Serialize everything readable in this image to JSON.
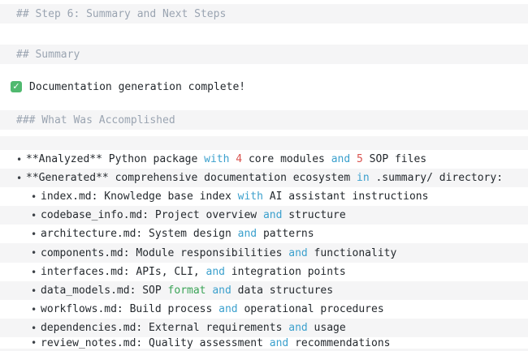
{
  "app": {
    "description": "Rendered markdown output with zebra-striped lines and syntax-highlighted keywords"
  },
  "colors": {
    "background": "#ffffff",
    "stripe": "#f5f5f6",
    "header": "#9aa4b1",
    "text": "#24292e",
    "keyword": "#3ba0cd",
    "number": "#d9534f",
    "string": "#3aa356",
    "check_bg": "#50b96f",
    "bullet": "#3c4147"
  },
  "icons": {
    "check_glyph": "✓",
    "bullet_glyph": "•"
  },
  "lines": [
    {
      "kind": "blank",
      "name": "top-margin",
      "shade": false,
      "indent": 0,
      "h": 5
    },
    {
      "kind": "heading",
      "name": "heading-step-6",
      "shade": true,
      "indent": 0,
      "h": 24,
      "tokens": [
        {
          "t": "## Step 6: Summary and Next Steps",
          "c": "header"
        }
      ]
    },
    {
      "kind": "blank",
      "name": "spacer",
      "shade": false,
      "indent": 0,
      "h": 26
    },
    {
      "kind": "heading",
      "name": "heading-summary",
      "shade": true,
      "indent": 0,
      "h": 24,
      "tokens": [
        {
          "t": "## Summary",
          "c": "header"
        }
      ]
    },
    {
      "kind": "blank",
      "name": "spacer",
      "shade": false,
      "indent": 0,
      "h": 16
    },
    {
      "kind": "status",
      "name": "status-line-complete",
      "shade": false,
      "indent": 0,
      "h": 24,
      "tokens": [
        {
          "t": "Documentation generation complete!",
          "c": "text"
        }
      ]
    },
    {
      "kind": "blank",
      "name": "spacer",
      "shade": false,
      "indent": 0,
      "h": 17
    },
    {
      "kind": "heading",
      "name": "heading-what-was-accomplished",
      "shade": true,
      "indent": 0,
      "h": 24,
      "tokens": [
        {
          "t": "### What Was Accomplished",
          "c": "header"
        }
      ]
    },
    {
      "kind": "blank",
      "name": "spacer",
      "shade": false,
      "indent": 0,
      "h": 8
    },
    {
      "kind": "blank",
      "name": "spacer-stripe",
      "shade": true,
      "indent": 0,
      "h": 17
    },
    {
      "kind": "item",
      "name": "list-item-analyzed",
      "shade": false,
      "indent": 1,
      "h": 23,
      "tokens": [
        {
          "t": "**Analyzed** Python package ",
          "c": "text"
        },
        {
          "t": "with",
          "c": "keyword"
        },
        {
          "t": " ",
          "c": "text"
        },
        {
          "t": "4",
          "c": "number"
        },
        {
          "t": " core modules ",
          "c": "text"
        },
        {
          "t": "and",
          "c": "keyword"
        },
        {
          "t": " ",
          "c": "text"
        },
        {
          "t": "5",
          "c": "number"
        },
        {
          "t": " SOP files",
          "c": "text"
        }
      ]
    },
    {
      "kind": "item",
      "name": "list-item-generated",
      "shade": true,
      "indent": 1,
      "h": 23,
      "tokens": [
        {
          "t": "**Generated** comprehensive documentation ecosystem ",
          "c": "text"
        },
        {
          "t": "in",
          "c": "keyword"
        },
        {
          "t": " .summary/ directory:",
          "c": "text"
        }
      ]
    },
    {
      "kind": "item",
      "name": "list-item-index-md",
      "shade": false,
      "indent": 2,
      "h": 23,
      "tokens": [
        {
          "t": "index.md: Knowledge base index ",
          "c": "text"
        },
        {
          "t": "with",
          "c": "keyword"
        },
        {
          "t": " AI assistant instructions",
          "c": "text"
        }
      ]
    },
    {
      "kind": "item",
      "name": "list-item-codebase-info-md",
      "shade": true,
      "indent": 2,
      "h": 23,
      "tokens": [
        {
          "t": "codebase_info.md: Project overview ",
          "c": "text"
        },
        {
          "t": "and",
          "c": "keyword"
        },
        {
          "t": " structure",
          "c": "text"
        }
      ]
    },
    {
      "kind": "item",
      "name": "list-item-architecture-md",
      "shade": false,
      "indent": 2,
      "h": 23,
      "tokens": [
        {
          "t": "architecture.md: System design ",
          "c": "text"
        },
        {
          "t": "and",
          "c": "keyword"
        },
        {
          "t": " patterns",
          "c": "text"
        }
      ]
    },
    {
      "kind": "item",
      "name": "list-item-components-md",
      "shade": true,
      "indent": 2,
      "h": 24,
      "tokens": [
        {
          "t": "components.md: Module responsibilities ",
          "c": "text"
        },
        {
          "t": "and",
          "c": "keyword"
        },
        {
          "t": " functionality",
          "c": "text"
        }
      ]
    },
    {
      "kind": "item",
      "name": "list-item-interfaces-md",
      "shade": false,
      "indent": 2,
      "h": 23,
      "tokens": [
        {
          "t": "interfaces.md: APIs, CLI, ",
          "c": "text"
        },
        {
          "t": "and",
          "c": "keyword"
        },
        {
          "t": " integration points",
          "c": "text"
        }
      ]
    },
    {
      "kind": "item",
      "name": "list-item-data-models-md",
      "shade": true,
      "indent": 2,
      "h": 23,
      "tokens": [
        {
          "t": "data_models.md: SOP ",
          "c": "text"
        },
        {
          "t": "format",
          "c": "string"
        },
        {
          "t": " ",
          "c": "text"
        },
        {
          "t": "and",
          "c": "keyword"
        },
        {
          "t": " data structures",
          "c": "text"
        }
      ]
    },
    {
      "kind": "item",
      "name": "list-item-workflows-md",
      "shade": false,
      "indent": 2,
      "h": 23,
      "tokens": [
        {
          "t": "workflows.md: Build process ",
          "c": "text"
        },
        {
          "t": "and",
          "c": "keyword"
        },
        {
          "t": " operational procedures",
          "c": "text"
        }
      ]
    },
    {
      "kind": "item",
      "name": "list-item-dependencies-md",
      "shade": true,
      "indent": 2,
      "h": 23,
      "tokens": [
        {
          "t": "dependencies.md: External requirements ",
          "c": "text"
        },
        {
          "t": "and",
          "c": "keyword"
        },
        {
          "t": " usage",
          "c": "text"
        }
      ]
    },
    {
      "kind": "item",
      "name": "list-item-review-notes-md",
      "shade": false,
      "indent": 2,
      "h": 14,
      "tokens": [
        {
          "t": "review_notes.md: Quality assessment ",
          "c": "text"
        },
        {
          "t": "and",
          "c": "keyword"
        },
        {
          "t": " recommendations",
          "c": "text"
        }
      ]
    },
    {
      "kind": "blank",
      "name": "bottom-stripe",
      "shade": true,
      "indent": 0,
      "h": 3
    }
  ]
}
